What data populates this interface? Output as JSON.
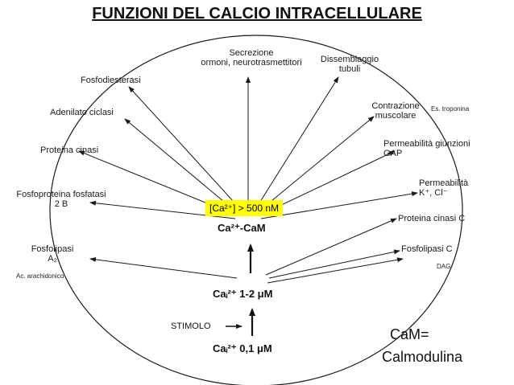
{
  "title": "FUNZIONI DEL CALCIO INTRACELLULARE",
  "targets": {
    "secrezione": "Secrezione\normoni, neurotrasmettitori",
    "disassemblaggio": "Dissemblaggio\ntubuli",
    "fosfodiesterasi": "Fosfodiesterasi",
    "adenilato": "Adenilato ciclasi",
    "contrazione": "Contrazione\nmuscolare",
    "proteina_cinasi": "Proteina cinasi",
    "permeabilita_gap": "Permeabilità giunzioni\nGAP",
    "fosfoproteina": "Fosfoproteina fosfatasi\n2 B",
    "permeabilita_k": "Permeabilità\nK⁺, Cl⁻",
    "proteina_cinasi_c": "Proteina cinasi C",
    "fosfolipasi_a2": "Fosfolipasi\nA₂",
    "fosfolipasi_c": "Fosfolipasi C"
  },
  "notes": {
    "troponina": "Es. troponina",
    "arachidonico": "Ac. arachidonico",
    "dag": "DAG"
  },
  "center": {
    "threshold": "[Ca²⁺] > 500 nM",
    "ca_cam": "Ca²⁺-CaM",
    "ca_high": "Caᵢ²⁺ 1-2 μM",
    "stimolo": "STIMOLO",
    "ca_low": "Caᵢ²⁺ 0,1 μM"
  },
  "legend": {
    "line1": "CaM=",
    "line2": "Calmodulina"
  },
  "colors": {
    "highlight": "#ffff00",
    "line": "#1a1a1a"
  }
}
